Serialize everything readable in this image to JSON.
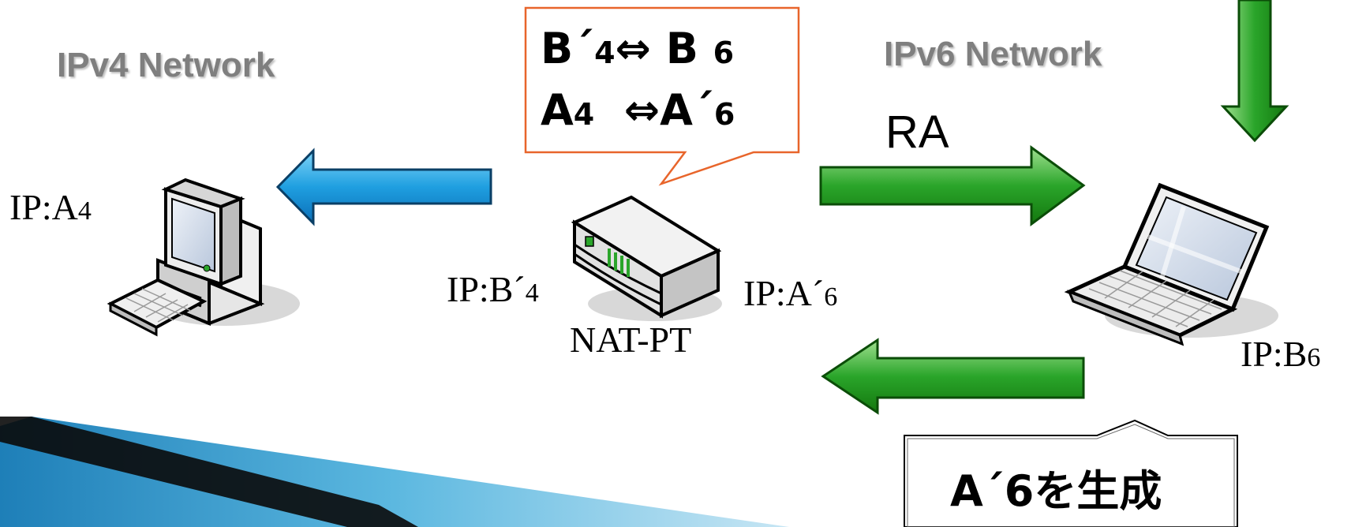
{
  "labels": {
    "ipv4_network": "IPv4 Network",
    "ipv6_network": "IPv6 Network",
    "ra": "RA",
    "nat_pt": "NAT-PT"
  },
  "hosts": {
    "ipv4_host": {
      "prefix": "IP:A",
      "suffix": "4"
    },
    "nat_left": {
      "prefix": "IP:B´",
      "suffix": "4"
    },
    "nat_right": {
      "prefix": "IP:A´",
      "suffix": "6"
    },
    "ipv6_host": {
      "prefix": "IP:B",
      "suffix": "6"
    }
  },
  "mapping_callout": {
    "line1": {
      "left": "B´",
      "left_sub": "4",
      "arrow": "⇔",
      "right": "B",
      "right_sub": "6"
    },
    "line2": {
      "left": "A",
      "left_sub": "4",
      "arrow": "⇔",
      "right": "A´",
      "right_sub": "6"
    }
  },
  "generate_callout": {
    "text": "A´6を生成"
  },
  "colors": {
    "blue_arrow": "#1f9fe0",
    "green_arrow": "#2aa52a",
    "callout_border_orange": "#e8652b",
    "network_label": "#7f7f7f",
    "corner_band": "#3a9fd0"
  },
  "icons": [
    "desktop-pc-icon",
    "router-icon",
    "laptop-icon"
  ]
}
